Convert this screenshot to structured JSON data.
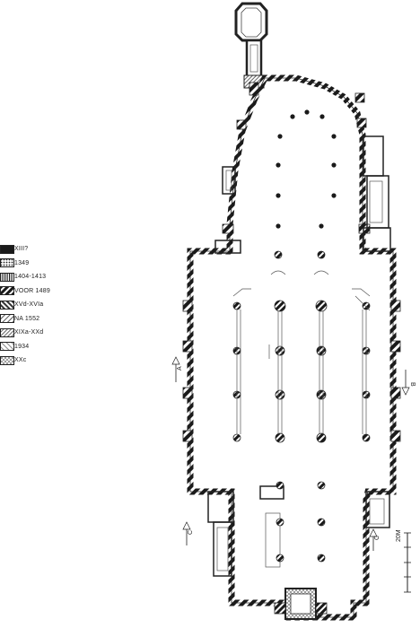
{
  "legend": {
    "items": [
      {
        "label": "XIII?",
        "pattern": "solid"
      },
      {
        "label": "1349",
        "pattern": "dots"
      },
      {
        "label": "1404-1413",
        "pattern": "vlines"
      },
      {
        "label": "VOOR 1489",
        "pattern": "hatch-heavy"
      },
      {
        "label": "XVd-XVIa",
        "pattern": "hatch-mid"
      },
      {
        "label": "NA 1552",
        "pattern": "hatch-light"
      },
      {
        "label": "XIXa-XXd",
        "pattern": "hatch-fine"
      },
      {
        "label": "1934",
        "pattern": "hatch-faint"
      },
      {
        "label": "XXc",
        "pattern": "cross"
      }
    ]
  },
  "plan": {
    "section_marks": {
      "left": "A",
      "right": "B",
      "lower_left": "C",
      "lower_right": "C"
    },
    "scale_label": "20M"
  },
  "colors": {
    "ink": "#222222",
    "paper": "#ffffff"
  }
}
